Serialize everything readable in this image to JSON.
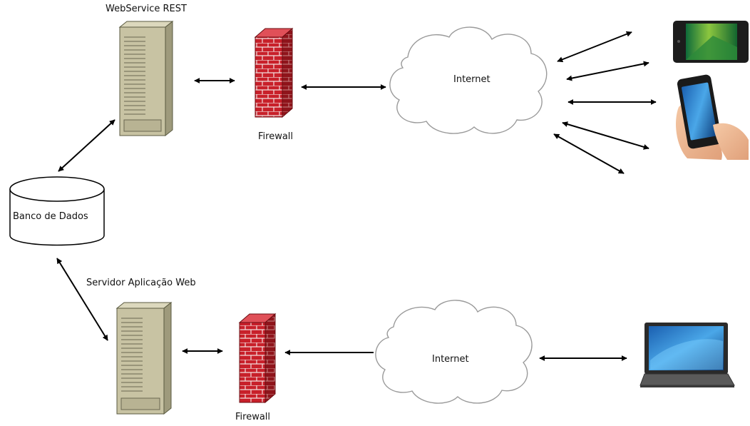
{
  "labels": {
    "webservice": "WebService REST",
    "firewall_top": "Firewall",
    "internet_top": "Internet",
    "database": "Banco de Dados",
    "app_server": "Servidor Aplicação Web",
    "internet_bottom": "Internet",
    "firewall_bottom": "Firewall"
  },
  "icons": {
    "servers": "server-tower-icon",
    "firewalls": "brick-firewall-icon",
    "clouds": "internet-cloud-icon",
    "database": "database-cylinder-icon",
    "tablet": "tablet-icon",
    "phone": "smartphone-in-hand-icon",
    "laptop": "laptop-icon"
  },
  "colors": {
    "server_body": "#c8c3a3",
    "brick": "#c8202a",
    "line": "#000000"
  }
}
